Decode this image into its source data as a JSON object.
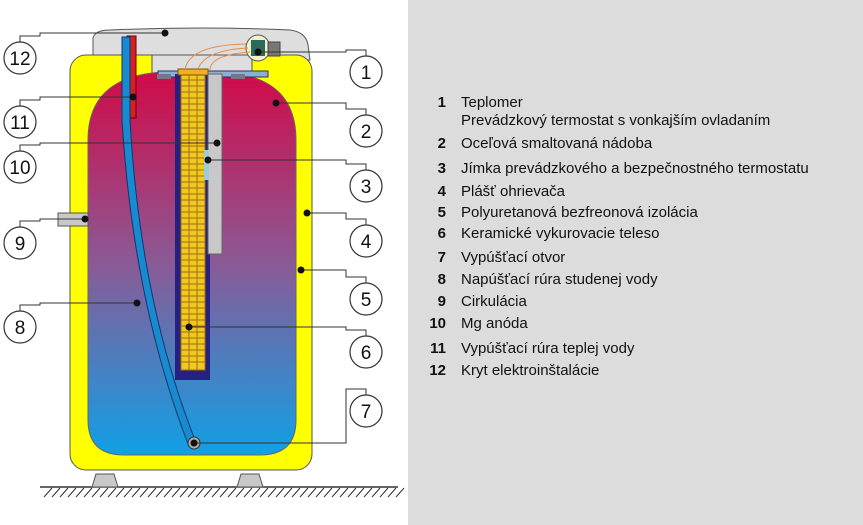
{
  "callouts": {
    "left": [
      "12",
      "11",
      "10",
      "9",
      "8"
    ],
    "right": [
      "1",
      "2",
      "3",
      "4",
      "5",
      "6",
      "7"
    ]
  },
  "legend": [
    {
      "num": "1",
      "text": "Teplomer"
    },
    {
      "num": "",
      "text": "Prevádzkový termostat s vonkajším ovladaním"
    },
    {
      "num": "2",
      "text": "Oceľová smaltovaná nádoba"
    },
    {
      "num": "3",
      "text": "Jímka prevádzkového a bezpečnostného termostatu"
    },
    {
      "num": "4",
      "text": "Plášť ohrievača"
    },
    {
      "num": "5",
      "text": "Polyuretanová bezfreonová izolácia"
    },
    {
      "num": "6",
      "text": "Keramické vykurovacie teleso"
    },
    {
      "num": "7",
      "text": "Vypúšťací otvor"
    },
    {
      "num": "8",
      "text": "Napúšťací rúra studenej vody"
    },
    {
      "num": "9",
      "text": "Cirkulácia"
    },
    {
      "num": "10",
      "text": "Mg anóda"
    },
    {
      "num": "11",
      "text": "Vypúšťací rúra teplej vody"
    },
    {
      "num": "12",
      "text": "Kryt elektroinštalácie"
    }
  ],
  "colors": {
    "shell": "#ffff00",
    "hot": "#d0104a",
    "cold": "#1aa0e0",
    "panel": "#dcdcdc"
  }
}
